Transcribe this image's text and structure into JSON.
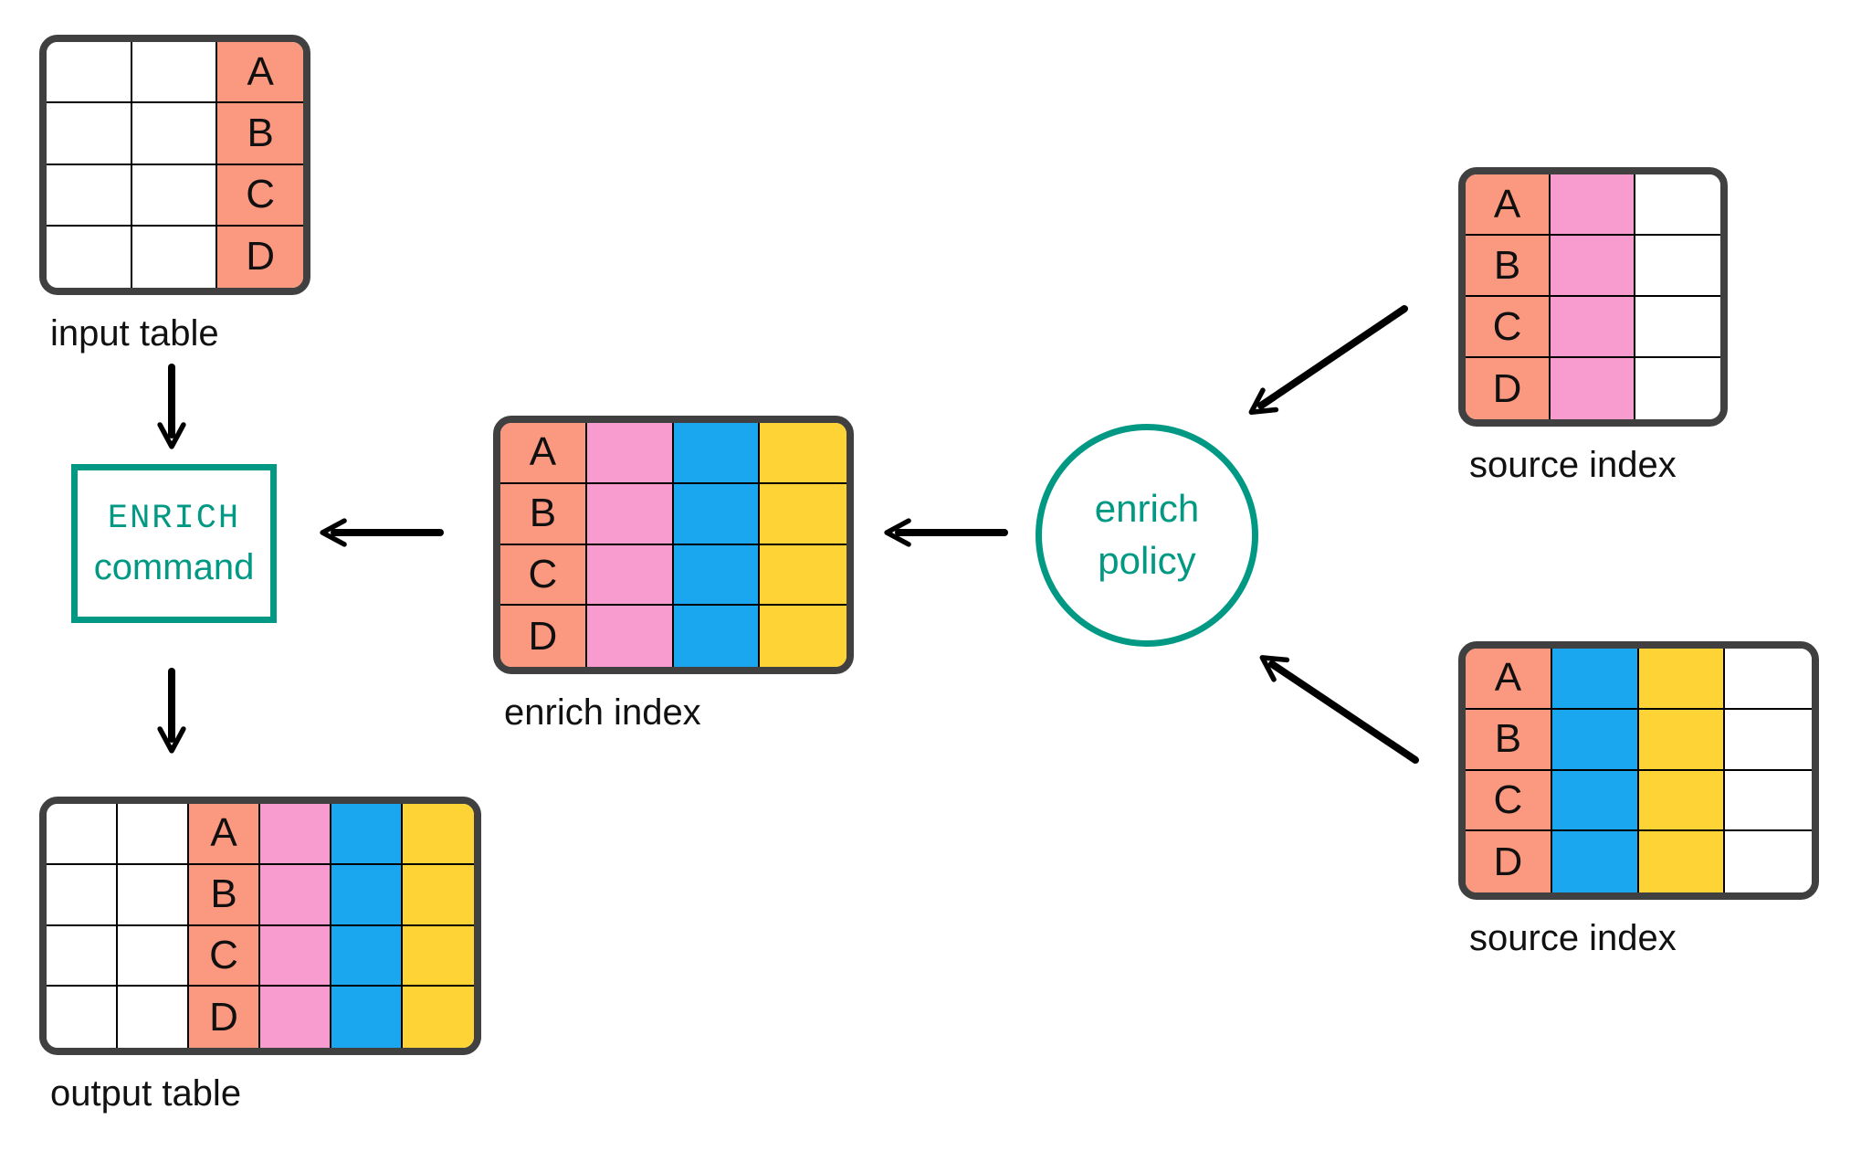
{
  "colors": {
    "salmon": "#FB9880",
    "pink": "#F89BCE",
    "blue": "#1BA6F0",
    "yellow": "#FDD335",
    "teal": "#029984",
    "table_border": "#404040",
    "grid_line": "#000000",
    "label_text": "#111111",
    "arrow": "#000000",
    "background": "#FFFFFF"
  },
  "row_labels": [
    "A",
    "B",
    "C",
    "D"
  ],
  "nodes": {
    "enrich_command": {
      "line1": "ENRICH",
      "line2": "command"
    },
    "enrich_policy": {
      "line1": "enrich",
      "line2": "policy"
    }
  },
  "tables": [
    {
      "label": "input table",
      "columns": [
        {
          "fill": "white",
          "letters": false
        },
        {
          "fill": "white",
          "letters": false
        },
        {
          "fill": "salmon",
          "letters": true
        }
      ]
    },
    {
      "label": "enrich index",
      "columns": [
        {
          "fill": "salmon",
          "letters": true
        },
        {
          "fill": "pink",
          "letters": false
        },
        {
          "fill": "blue",
          "letters": false
        },
        {
          "fill": "yellow",
          "letters": false
        }
      ]
    },
    {
      "label": "source index",
      "columns": [
        {
          "fill": "salmon",
          "letters": true
        },
        {
          "fill": "pink",
          "letters": false
        },
        {
          "fill": "white",
          "letters": false
        }
      ]
    },
    {
      "label": "source index",
      "columns": [
        {
          "fill": "salmon",
          "letters": true
        },
        {
          "fill": "blue",
          "letters": false
        },
        {
          "fill": "yellow",
          "letters": false
        },
        {
          "fill": "white",
          "letters": false
        }
      ]
    },
    {
      "label": "output table",
      "columns": [
        {
          "fill": "white",
          "letters": false
        },
        {
          "fill": "white",
          "letters": false
        },
        {
          "fill": "salmon",
          "letters": true
        },
        {
          "fill": "pink",
          "letters": false
        },
        {
          "fill": "blue",
          "letters": false
        },
        {
          "fill": "yellow",
          "letters": false
        }
      ]
    }
  ]
}
